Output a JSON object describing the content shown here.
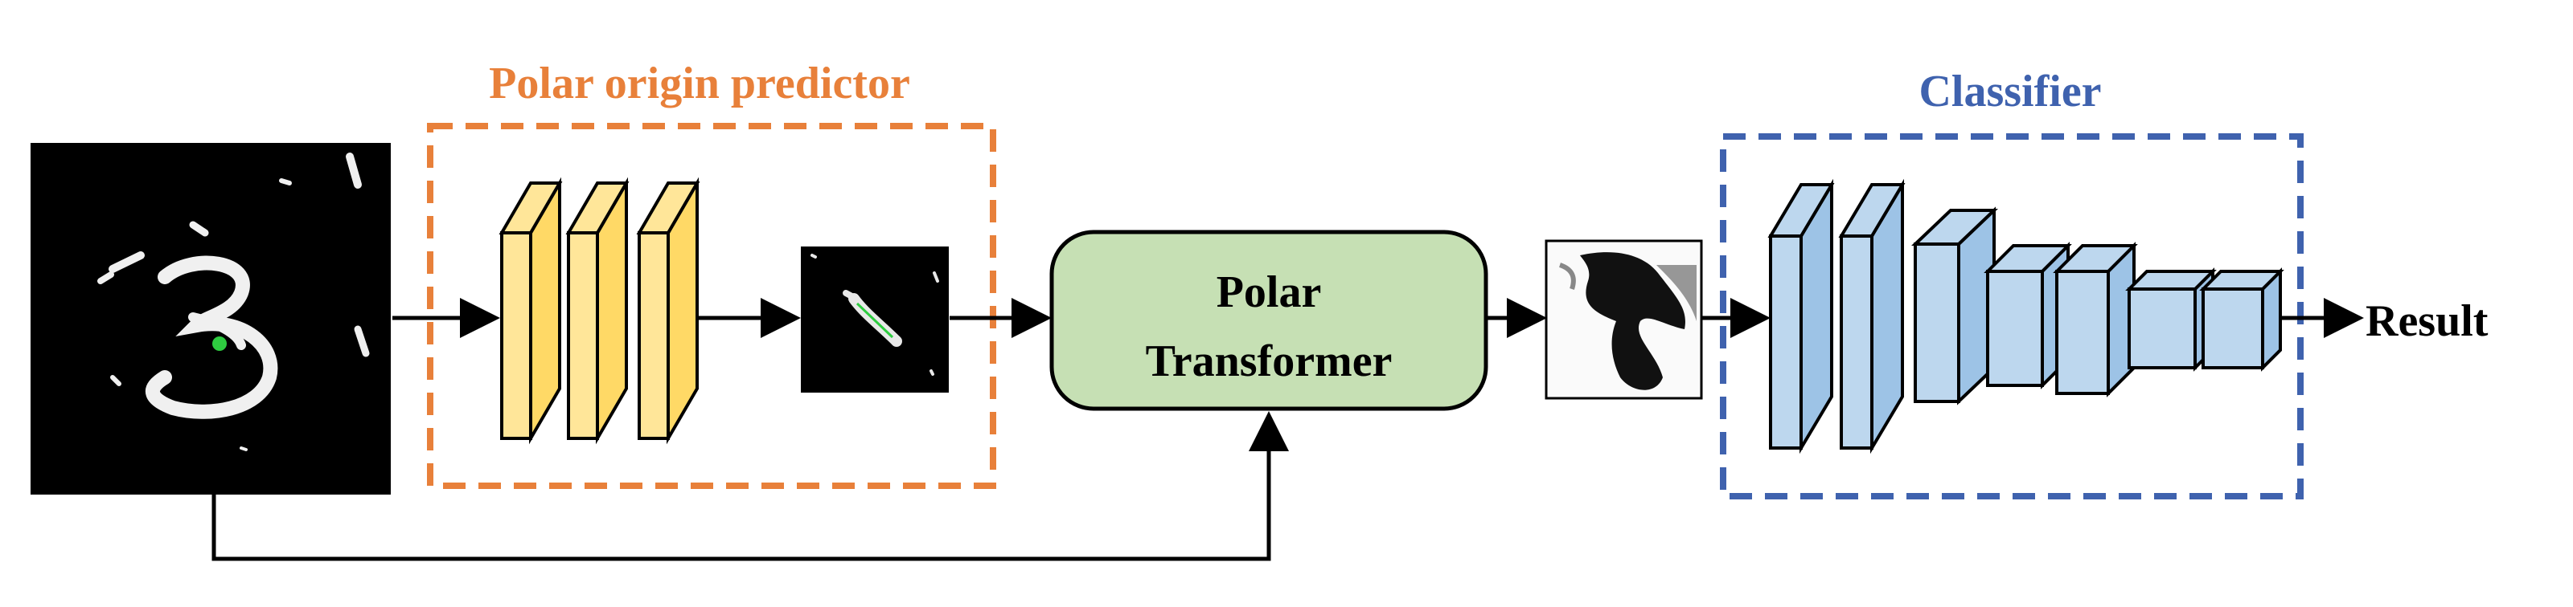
{
  "labels": {
    "polar_origin_predictor": "Polar origin predictor",
    "classifier": "Classifier",
    "polar_transformer_line1": "Polar",
    "polar_transformer_line2": "Transformer",
    "result": "Result"
  },
  "colors": {
    "orange": "#E8803A",
    "blue": "#3F62AE",
    "green_box_fill": "#C6E0B4",
    "yellow_front": "#FFD966",
    "yellow_side": "#FFE699",
    "blue_front": "#9DC3E6",
    "blue_side": "#BDD7EE"
  }
}
